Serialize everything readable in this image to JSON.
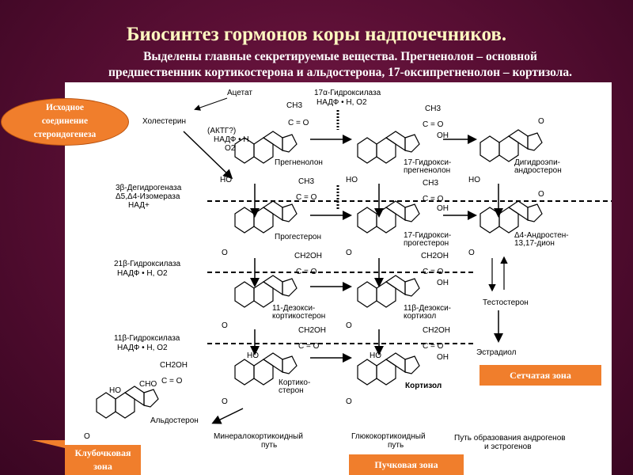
{
  "title": "Биосинтез гормонов коры надпочечников.",
  "subtitle_line1": "Выделены главные секретируемые вещества. Прегненолон – основной",
  "subtitle_line2": "предшественник кортикостерона и альдостерона, 17-оксипрегненолон – кортизола.",
  "start_badge": "Исходное\nсоединение\nстероидогенеза",
  "zones": {
    "reticular": "Сетчатая зона",
    "fascicular": "Пучковая зона",
    "glomerular": "Клубочковая\nзона"
  },
  "labels": {
    "acetate": "Ацетат",
    "cholesterol": "Холестерин",
    "acth": "(АКТГ?)",
    "nadph_h": "НАДФ • Н",
    "o2": "О2",
    "pregnenolone": "Прегненолон",
    "hydroxylase17_1": "17α-Гидроксилаза",
    "hydroxylase17_2": "НАДФ • Н, О2",
    "hydroxypreg_1": "17-Гидрокси-",
    "hydroxypreg_2": "прегненолон",
    "dhea_1": "Дигидроэпи-",
    "dhea_2": "андростерон",
    "dehydrogenase_1": "3β-Дегидрогеназа",
    "dehydrogenase_2": "Δ5,Δ4-Изомераза",
    "dehydrogenase_3": "НАД+",
    "progesterone": "Прогестерон",
    "hydroxyprog_1": "17-Гидрокси-",
    "hydroxyprog_2": "прогестерон",
    "androstenedione_1": "Δ4-Андростен-",
    "androstenedione_2": "13,17-дион",
    "hydroxylase21_1": "21β-Гидроксилаза",
    "hydroxylase21_2": "НАДФ • Н, О2",
    "deoxycort_1": "11-Дезокси-",
    "deoxycort_2": "кортикостерон",
    "deoxycortisol_1": "11β-Дезокси-",
    "deoxycortisol_2": "кортизол",
    "testosterone": "Тестостерон",
    "hydroxylase11_1": "11β-Гидроксилаза",
    "hydroxylase11_2": "НАДФ • Н, О2",
    "estradiol": "Эстрадиол",
    "corticosterone_1": "Кортико-",
    "corticosterone_2": "стерон",
    "cortisol": "Кортизол",
    "aldosterone": "Альдостерон",
    "mineral_1": "Минералокортикоидный",
    "mineral_2": "путь",
    "gluco_1": "Глюкокортикоидный",
    "gluco_2": "путь",
    "androgen_1": "Путь образования андрогенов",
    "androgen_2": "и эстрогенов",
    "ch3": "CH3",
    "ch2oh": "CH2OH",
    "co": "C = O",
    "oh": "OH",
    "ho": "HO",
    "o": "O",
    "cho": "CHO"
  },
  "colors": {
    "background": "#5b0f35",
    "badge": "#f07e2c",
    "title": "#fff8c0"
  }
}
